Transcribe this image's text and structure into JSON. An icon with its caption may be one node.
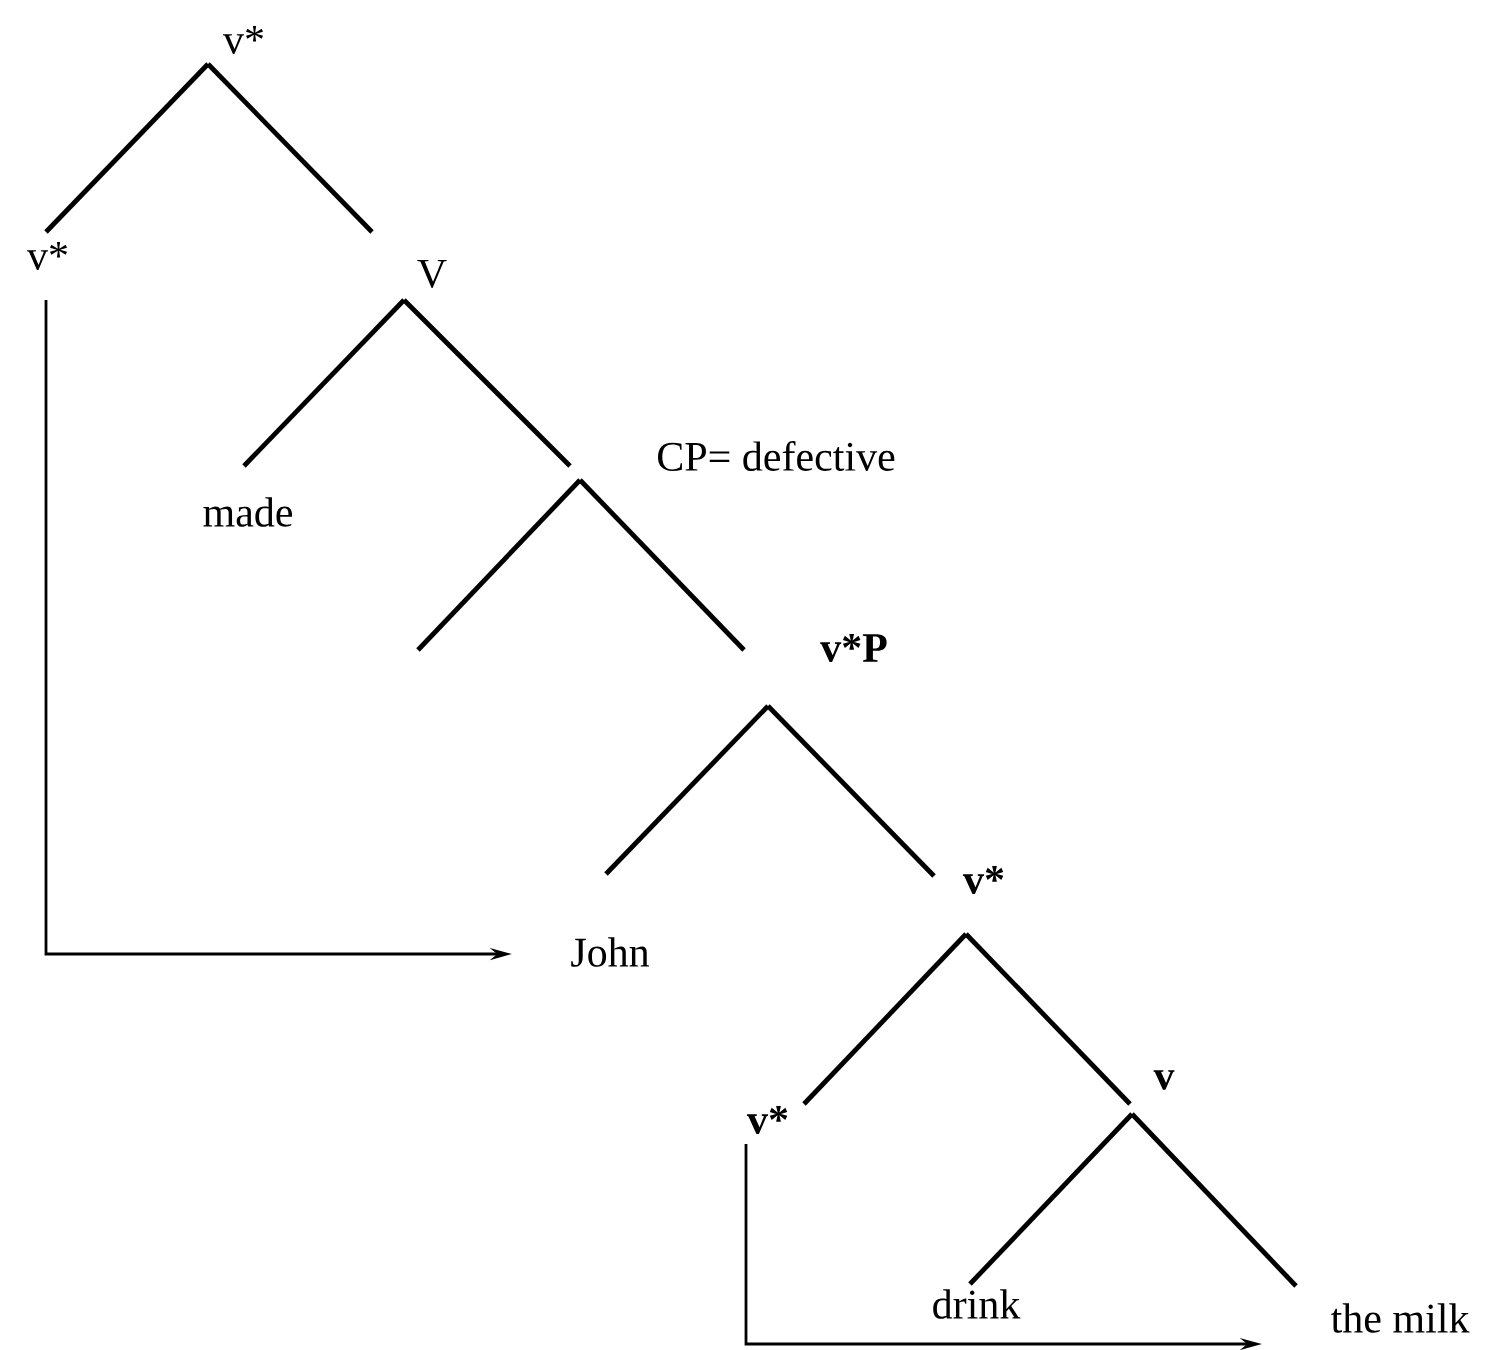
{
  "diagram": {
    "nodes": [
      {
        "text": [
          "v*"
        ]
      },
      {
        "text": [
          "v*"
        ]
      },
      {
        "text": [
          "V"
        ]
      },
      {
        "text": [
          "made"
        ]
      },
      {
        "text": [
          "CP= defective"
        ]
      },
      {
        "text": [
          "v*P"
        ]
      },
      {
        "text": [
          "John"
        ]
      },
      {
        "text": [
          "v*"
        ]
      },
      {
        "text": [
          "v*"
        ]
      },
      {
        "text": [
          "v"
        ]
      },
      {
        "text": [
          "drink"
        ]
      },
      {
        "text": [
          "the milk"
        ]
      }
    ],
    "edges": [
      {
        "from": 0,
        "to": 1,
        "arrow": "none"
      },
      {
        "from": 0,
        "to": 2,
        "arrow": "none"
      },
      {
        "from": 2,
        "to": 3,
        "arrow": "none"
      },
      {
        "from": 2,
        "to": 4,
        "arrow": "none"
      },
      {
        "from": 4,
        "to": null,
        "arrow": "none"
      },
      {
        "from": 4,
        "to": 5,
        "arrow": "none"
      },
      {
        "from": 5,
        "to": 6,
        "arrow": "none"
      },
      {
        "from": 5,
        "to": 7,
        "arrow": "none"
      },
      {
        "from": 7,
        "to": 8,
        "arrow": "none"
      },
      {
        "from": 7,
        "to": 9,
        "arrow": "none"
      },
      {
        "from": 9,
        "to": 10,
        "arrow": "none"
      },
      {
        "from": 9,
        "to": 11,
        "arrow": "none"
      },
      {
        "from": 1,
        "to": 6,
        "arrow": "to"
      },
      {
        "from": 8,
        "to": 11,
        "arrow": "to"
      }
    ]
  }
}
